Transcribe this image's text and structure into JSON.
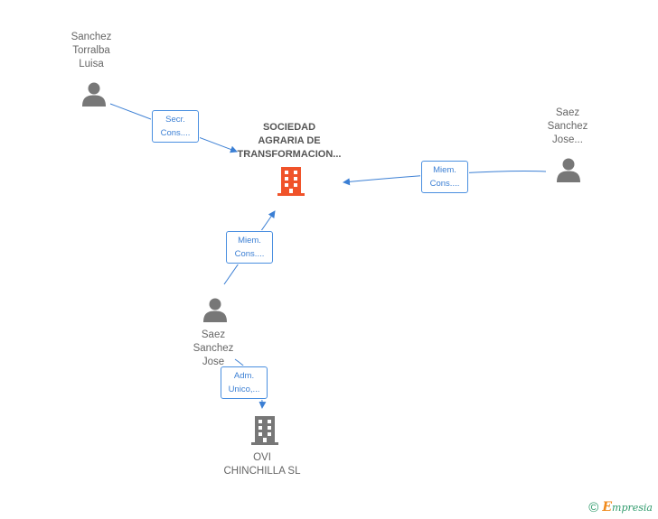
{
  "colors": {
    "edge": "#3b7fd4",
    "person_icon": "#777777",
    "main_company_icon": "#f0532a",
    "company_icon": "#777777"
  },
  "nodes": {
    "sanchez_torralba": {
      "lines": [
        "Sanchez",
        "Torralba",
        "Luisa"
      ],
      "icon": "person-icon"
    },
    "sociedad": {
      "lines": [
        "SOCIEDAD",
        "AGRARIA DE",
        "TRANSFORMACION..."
      ],
      "icon": "building-icon"
    },
    "saez_right": {
      "lines": [
        "Saez",
        "Sanchez",
        "Jose..."
      ],
      "icon": "person-icon"
    },
    "saez_center": {
      "lines": [
        "Saez",
        "Sanchez",
        "Jose"
      ],
      "icon": "person-icon"
    },
    "ovi": {
      "lines": [
        "OVI",
        "CHINCHILLA SL"
      ],
      "icon": "building-icon"
    }
  },
  "edges": {
    "secr": [
      "Secr.",
      "Cons...."
    ],
    "miem_right": [
      "Miem.",
      "Cons...."
    ],
    "miem_center": [
      "Miem.",
      "Cons...."
    ],
    "adm": [
      "Adm.",
      "Unico,..."
    ]
  },
  "footer": {
    "copyright": "©",
    "brand_first": "E",
    "brand_rest": "mpresia"
  }
}
